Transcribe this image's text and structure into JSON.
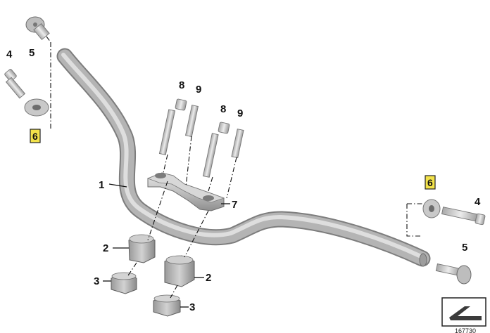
{
  "callouts": {
    "c1": "1",
    "c2a": "2",
    "c2b": "2",
    "c3a": "3",
    "c3b": "3",
    "c4a": "4",
    "c4b": "4",
    "c5a": "5",
    "c5b": "5",
    "c6a": "6",
    "c6b": "6",
    "c7": "7",
    "c8a": "8",
    "c8b": "8",
    "c9a": "9",
    "c9b": "9"
  },
  "image_number": "167730",
  "colors": {
    "highlight": "#f2e24a",
    "metal_light": "#e6e6e6",
    "metal_mid": "#b9b9b9",
    "metal_dark": "#8c8c8c",
    "line": "#111111"
  }
}
